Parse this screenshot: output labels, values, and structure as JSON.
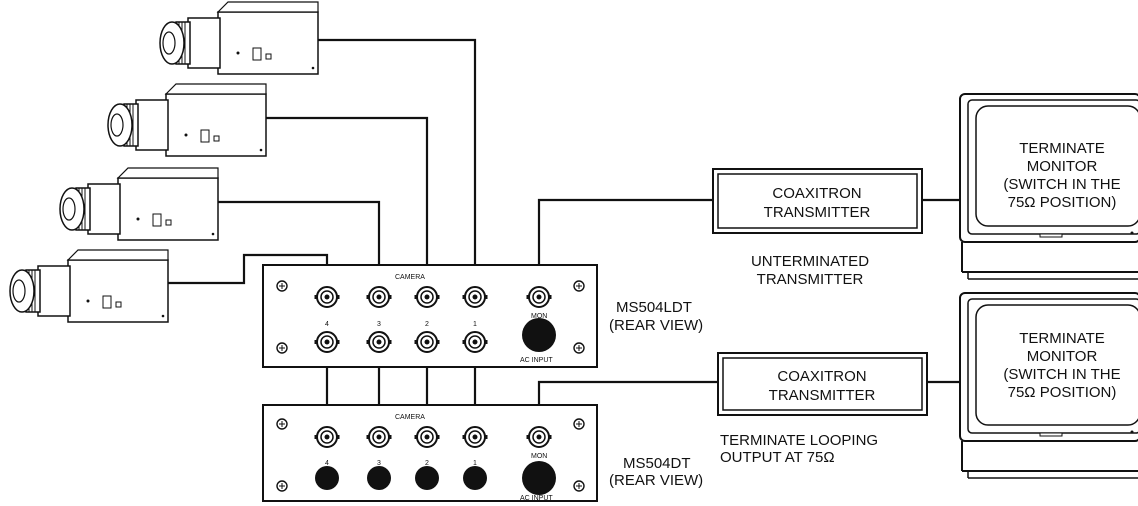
{
  "upper_panel": {
    "camera_label": "CAMERA",
    "port_numbers": [
      "4",
      "3",
      "2",
      "1"
    ],
    "mon_label": "MON",
    "ac_label": "AC INPUT",
    "model": "MS504LDT",
    "view": "(REAR VIEW)"
  },
  "lower_panel": {
    "camera_label": "CAMERA",
    "port_numbers": [
      "4",
      "3",
      "2",
      "1"
    ],
    "mon_label": "MON",
    "ac_label": "AC INPUT",
    "model": "MS504DT",
    "view": "(REAR VIEW)"
  },
  "transmitter_top": {
    "lines": [
      "COAXITRON",
      "TRANSMITTER"
    ],
    "caption": [
      "UNTERMINATED",
      "TRANSMITTER"
    ]
  },
  "transmitter_bottom": {
    "lines": [
      "COAXITRON",
      "TRANSMITTER"
    ],
    "caption": [
      "TERMINATE LOOPING",
      "OUTPUT AT 75Ω"
    ]
  },
  "monitor_top": {
    "lines": [
      "TERMINATE",
      "MONITOR",
      "(SWITCH IN THE",
      "75Ω POSITION)"
    ]
  },
  "monitor_bottom": {
    "lines": [
      "TERMINATE",
      "MONITOR",
      "(SWITCH IN THE",
      "75Ω POSITION)"
    ]
  }
}
